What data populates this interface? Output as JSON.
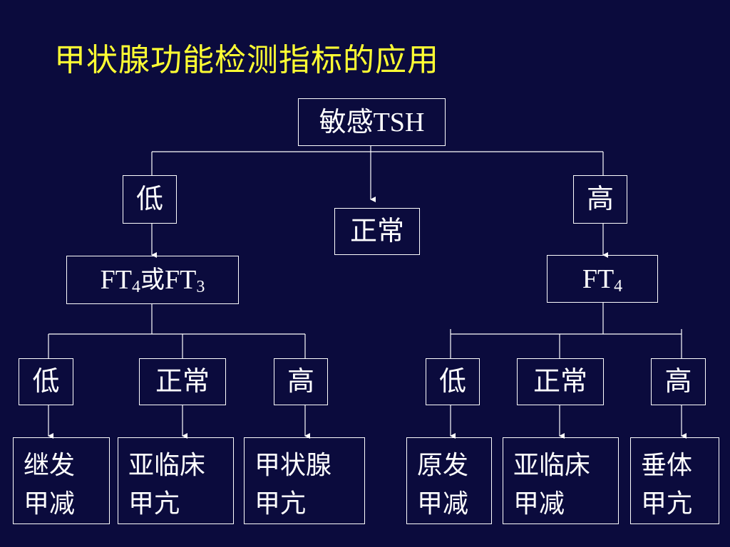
{
  "title": "甲状腺功能检测指标的应用",
  "diagram": {
    "root": "敏感TSH",
    "level1": {
      "left": "低",
      "middle": "正常",
      "right": "高"
    },
    "left_test": {
      "a": "FT",
      "a_sub": "4",
      "join": "或",
      "b": "FT",
      "b_sub": "3"
    },
    "right_test": {
      "a": "FT",
      "a_sub": "4"
    },
    "left_branch": {
      "low": "低",
      "normal": "正常",
      "high": "高"
    },
    "right_branch": {
      "low": "低",
      "normal": "正常",
      "high": "高"
    },
    "results": {
      "secondary_hypo": "继发\n甲减",
      "subclinical_hyper": "亚临床\n甲亢",
      "hyperthyroid": "甲状腺\n甲亢",
      "primary_hypo": "原发\n甲减",
      "subclinical_hypo": "亚临床\n甲减",
      "pituitary_hyper": "垂体\n甲亢"
    }
  }
}
